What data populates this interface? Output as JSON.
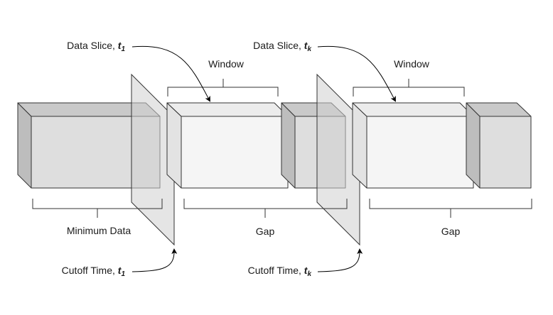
{
  "labels": {
    "data_slice": "Data Slice, ",
    "data_slice_t1_sub": "t",
    "data_slice_t1_idx": "1",
    "data_slice_tk_sub": "t",
    "data_slice_tk_idx": "k",
    "window": "Window",
    "minimum_data": "Minimum Data",
    "gap": "Gap",
    "cutoff_time": "Cutoff Time, ",
    "cutoff_t1_sub": "t",
    "cutoff_t1_idx": "1",
    "cutoff_tk_sub": "t",
    "cutoff_tk_idx": "k"
  },
  "colors": {
    "min_data_block": "#dedede",
    "window_block": "#f5f5f5",
    "gap_block": "#dedede",
    "cutoff_plane": "#d0d0d0",
    "stroke": "#333333"
  }
}
